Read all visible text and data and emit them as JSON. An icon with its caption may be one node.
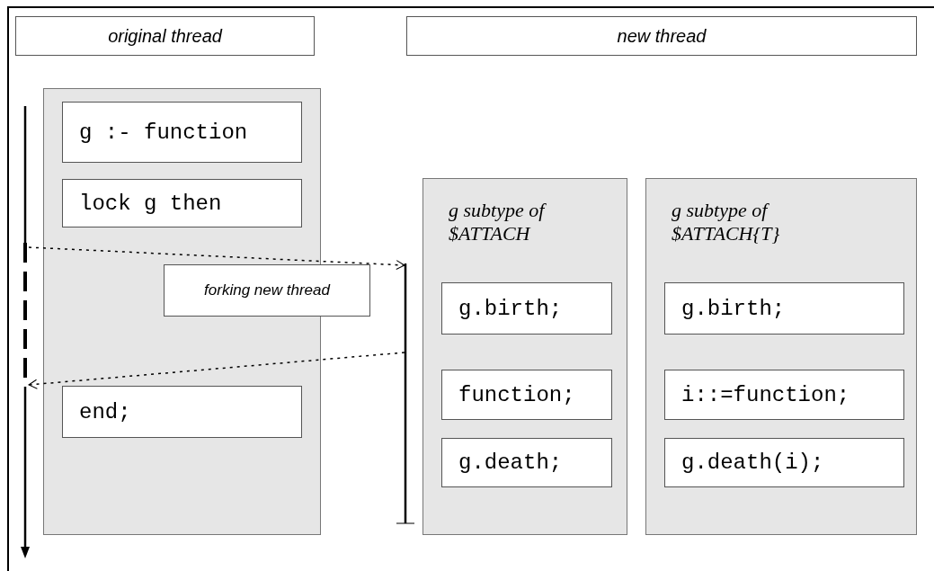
{
  "diagram": {
    "nodes": [
      {
        "text": [
          "original thread"
        ]
      },
      {
        "text": [
          "new thread"
        ]
      },
      {
        "text": [],
        "shape": "box"
      },
      {
        "text": [
          "g :- function"
        ],
        "in": 2
      },
      {
        "text": [
          "lock g then"
        ],
        "in": 2
      },
      {
        "text": [
          "end;"
        ],
        "in": 2
      },
      {
        "text": [
          "forking new thread"
        ]
      },
      {
        "text": [
          "g subtype of $ATTACH"
        ]
      },
      {
        "text": [
          "g.birth;"
        ],
        "in": 7
      },
      {
        "text": [
          "function;"
        ],
        "in": 7
      },
      {
        "text": [
          "g.death;"
        ],
        "in": 7
      },
      {
        "text": [
          "g subtype of $ATTACH{T}"
        ]
      },
      {
        "text": [
          "g.birth;"
        ],
        "in": 11
      },
      {
        "text": [
          "i::=function;"
        ],
        "in": 11
      },
      {
        "text": [
          "g.death(i);"
        ],
        "in": 11
      },
      {
        "text": [],
        "shape": "bar"
      },
      {
        "text": [],
        "shape": "bar"
      }
    ],
    "edges": [
      {
        "from": 15,
        "to": 16,
        "arrow": "to",
        "style": "dashed"
      },
      {
        "from": 16,
        "to": 15,
        "arrow": "to",
        "style": "dashed"
      }
    ]
  }
}
